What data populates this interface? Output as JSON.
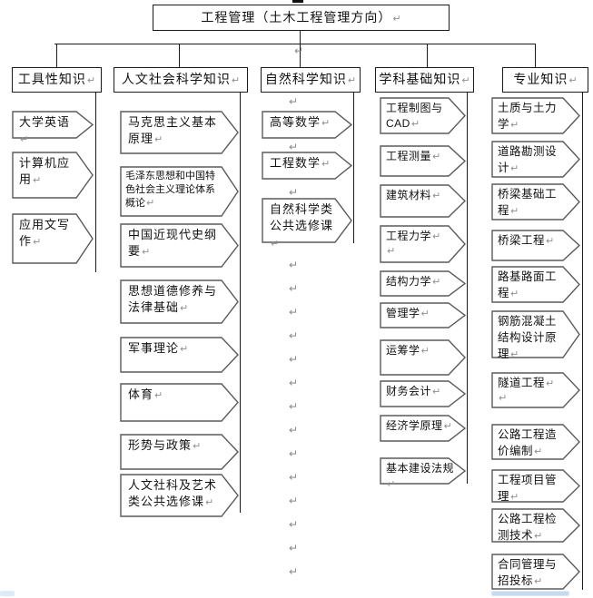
{
  "title": "工程管理（土木工程管理方向）",
  "glyphs": {
    "return_mark": "↵"
  },
  "colors": {
    "line": "#1a1a1a",
    "shape_stroke": "#5a5a5a",
    "paragraph_mark": "#8a8a8a",
    "scroll_fragment": "#c5daef"
  },
  "columns": [
    {
      "header": "工具性知识",
      "items": [
        "大学英语",
        "计算机应\n用",
        "应用文写\n作"
      ]
    },
    {
      "header": "人文社会科学知识",
      "items": [
        "马克思主义基本\n原理",
        "毛泽东思想和中国特\n色社会主义理论体系\n概论",
        "中国近现代史纲\n要",
        "思想道德修养与\n法律基础",
        "军事理论",
        "体育",
        "形势与政策",
        "人文社科及艺术\n类公共选修课"
      ]
    },
    {
      "header": "自然科学知识",
      "items": [
        "高等数学",
        "工程数学",
        "自然科学类\n公共选修课"
      ]
    },
    {
      "header": "学科基础知识",
      "items": [
        "工程制图与\nCAD",
        "工程测量",
        "建筑材料",
        "工程力学",
        "结构力学",
        "管理学",
        "运筹学",
        "财务会计",
        "经济学原理",
        "基本建设法规"
      ]
    },
    {
      "header": "专业知识",
      "items": [
        "土质与土力\n学",
        "道路勘测设\n计",
        "桥梁基础工\n程",
        "桥梁工程",
        "路基路面工\n程",
        "钢筋混凝土\n结构设计原\n理",
        "隧道工程",
        "公路工程造\n价编制",
        "工程项目管\n理",
        "公路工程检\n测技术",
        "合同管理与\n招投标"
      ]
    }
  ]
}
